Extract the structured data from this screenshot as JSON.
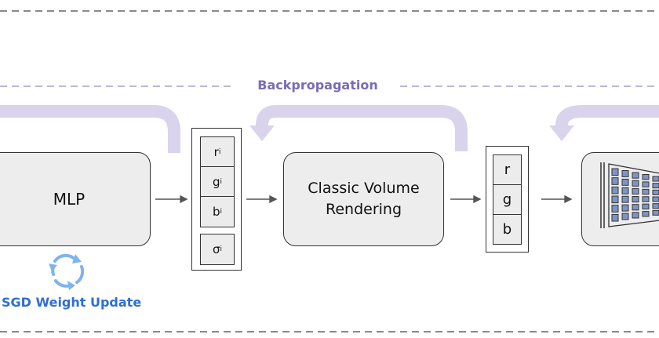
{
  "diagram": {
    "backprop_label": "Backpropagation",
    "mlp_label": "MLP",
    "sgd_label": "SGD Weight Update",
    "renderer_label_line1": "Classic Volume",
    "renderer_label_line2": "Rendering",
    "network_outputs": [
      {
        "base": "r",
        "sub": "i"
      },
      {
        "base": "g",
        "sub": "i"
      },
      {
        "base": "b",
        "sub": "i"
      },
      {
        "base": "σ",
        "sub": "i"
      }
    ],
    "rendered_outputs": [
      "r",
      "g",
      "b"
    ],
    "colors": {
      "backprop": "#7b6bb5",
      "backprop_arrow": "#d9d3ec",
      "sgd_text": "#2d6fd1",
      "sgd_icon": "#7eb4ee",
      "pixel_fill": "#7d94c4"
    }
  }
}
